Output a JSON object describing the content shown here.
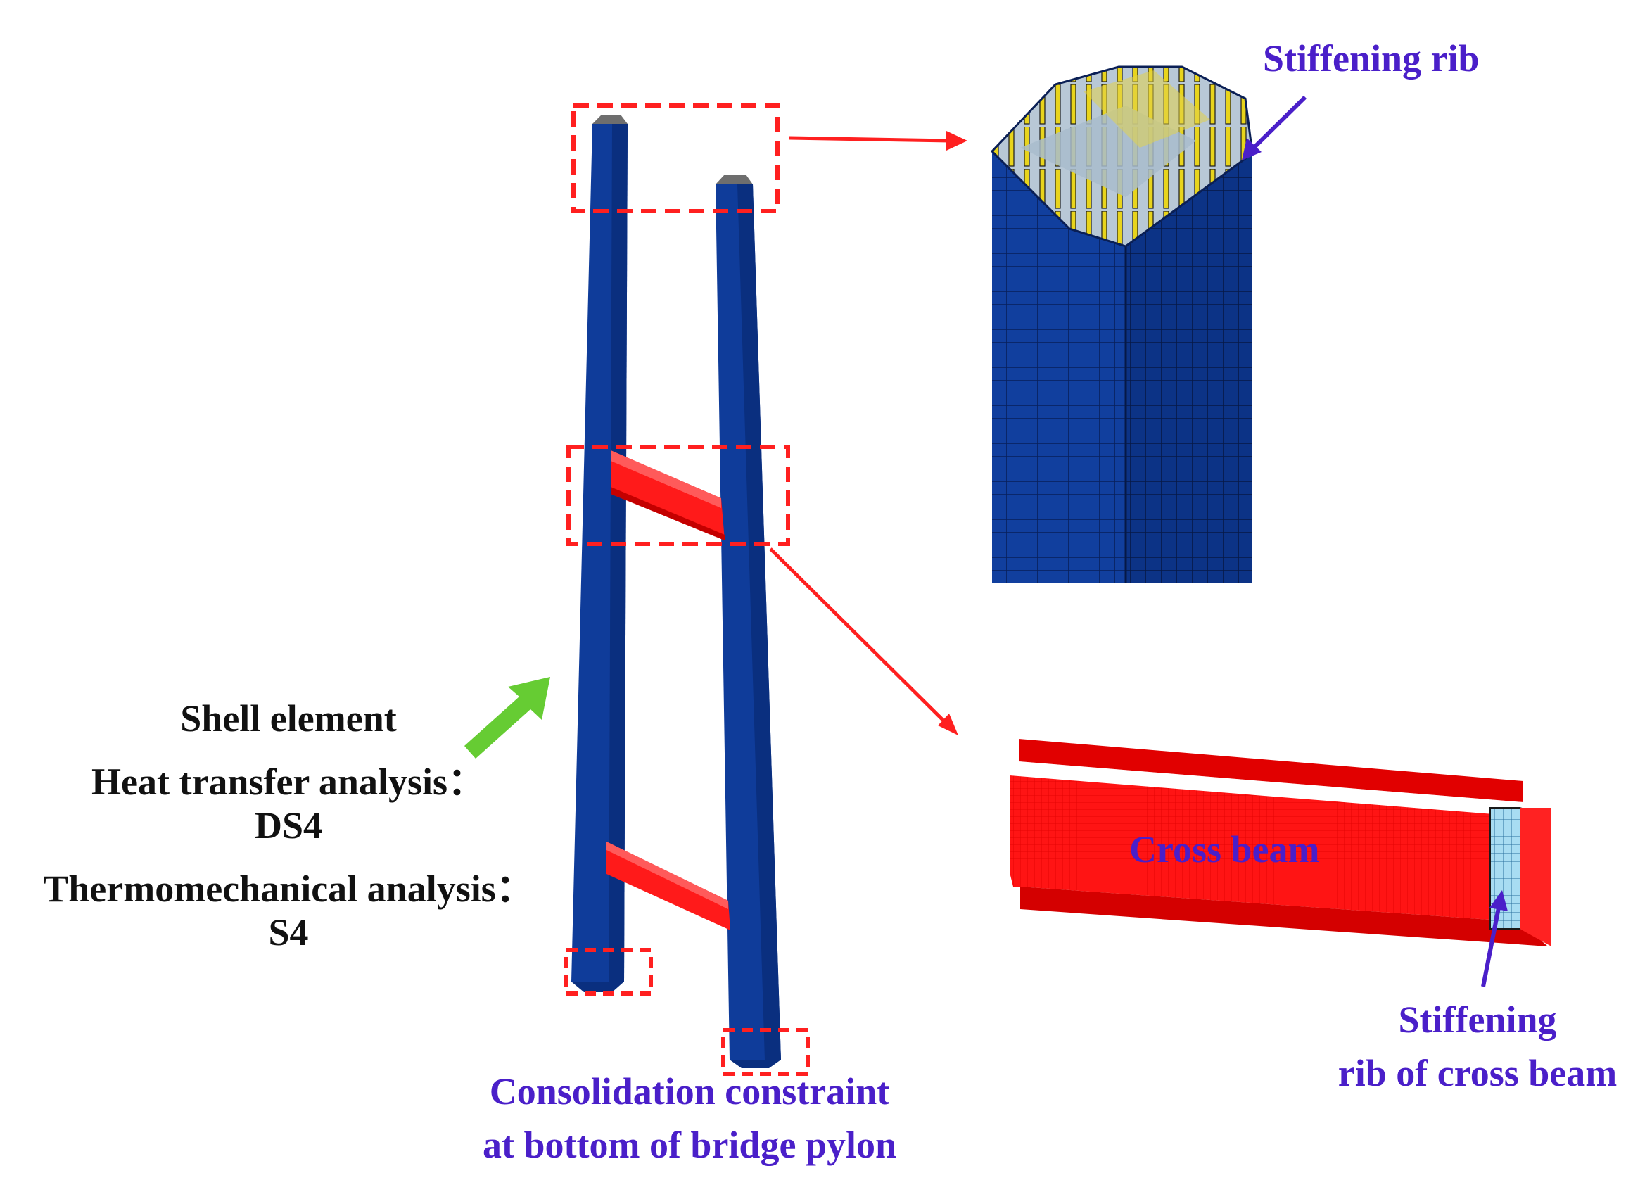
{
  "labels": {
    "stiffening_rib": "Stiffening rib",
    "shell_element": "Shell element",
    "heat_transfer": "Heat transfer analysis：",
    "ds4": "DS4",
    "thermomechanical": "Thermomechanical analysis：",
    "s4": "S4",
    "cross_beam": "Cross beam",
    "stiffening_cross_1": "Stiffening",
    "stiffening_cross_2": "rib of cross beam",
    "consolidation_1": "Consolidation constraint",
    "consolidation_2": "at bottom of bridge pylon"
  },
  "colors": {
    "pylon": "#0f3c9a",
    "pylon_dark": "#082a73",
    "beam": "#ff1a1a",
    "beam_dark": "#c80000",
    "callout_box": "#ff2020",
    "annotation": "#4a1fc9",
    "rib_yellow": "#e6d21e",
    "rib_gray": "#a9c4d8",
    "highlight_arrow": "#66cc33",
    "mesh_line": "#0a1f55"
  }
}
